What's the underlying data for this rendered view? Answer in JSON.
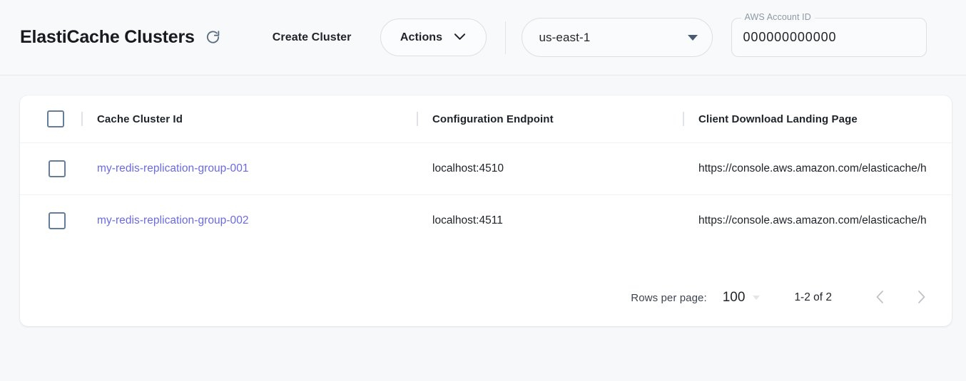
{
  "header": {
    "title": "ElastiCache Clusters",
    "refresh_icon": "refresh-icon",
    "create_cluster_label": "Create Cluster",
    "actions_label": "Actions",
    "actions_caret_icon": "chevron-down-icon",
    "region": {
      "value": "us-east-1",
      "caret_icon": "caret-down-icon"
    },
    "account": {
      "label": "AWS Account ID",
      "value": "000000000000"
    }
  },
  "table": {
    "columns": [
      {
        "key": "select",
        "label": ""
      },
      {
        "key": "cluster_id",
        "label": "Cache Cluster Id"
      },
      {
        "key": "configuration_endpoint",
        "label": "Configuration Endpoint"
      },
      {
        "key": "client_download_landing_page",
        "label": "Client Download Landing Page"
      }
    ],
    "rows": [
      {
        "cluster_id": "my-redis-replication-group-001",
        "configuration_endpoint": "localhost:4510",
        "client_download_landing_page": "https://console.aws.amazon.com/elasticache/h"
      },
      {
        "cluster_id": "my-redis-replication-group-002",
        "configuration_endpoint": "localhost:4511",
        "client_download_landing_page": "https://console.aws.amazon.com/elasticache/h"
      }
    ]
  },
  "pagination": {
    "rows_per_page_label": "Rows per page:",
    "rows_per_page_value": "100",
    "range_label": "1-2 of 2",
    "prev_icon": "chevron-left-icon",
    "next_icon": "chevron-right-icon"
  },
  "colors": {
    "link": "#6a6ae0",
    "page_background": "#f7f8fa",
    "card_background": "#ffffff",
    "checkbox_border": "#667d99"
  }
}
